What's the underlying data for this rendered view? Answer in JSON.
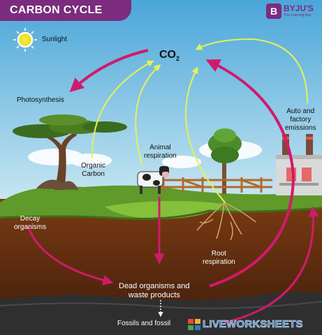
{
  "header": {
    "title": "CARBON CYCLE"
  },
  "brand": {
    "badge": "B",
    "name": "BYJU'S",
    "tagline": "The Learning App"
  },
  "labels": {
    "co2_main": "CO",
    "co2_sub": "2",
    "sunlight": "Sunlight",
    "photosynthesis": "Photosynthesis",
    "auto_emissions": "Auto and\nfactory\nemissions",
    "animal_respiration": "Animal\nrespiration",
    "organic_carbon": "Organic\nCarbon",
    "decay_organisms": "Decay\norganisms",
    "root_respiration": "Root\nrespiration",
    "dead_organisms": "Dead organisms and\nwaste products",
    "fossils": "Fossils and fossil"
  },
  "watermark": {
    "text": "LIVEWORKSHEETS"
  },
  "colors": {
    "sky_top": "#4aa6d9",
    "sky_bottom": "#cde9f3",
    "grass": "#5f9a2a",
    "soil_top": "#7a3b12",
    "soil_bottom": "#3a1d0c",
    "rock": "#2f2f30",
    "arrow_magenta": "#d11a6b",
    "arrow_yellow": "#e6f05a",
    "title_bg": "#7b2c7e"
  }
}
